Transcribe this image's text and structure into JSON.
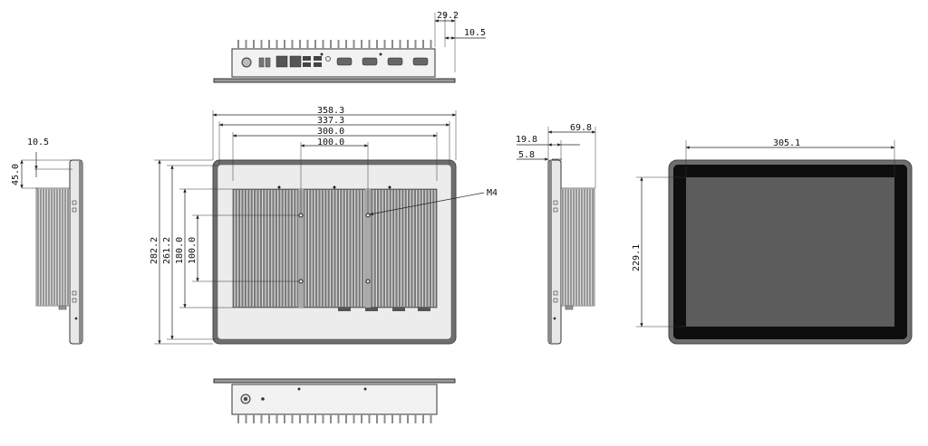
{
  "dimensions": {
    "top_depth_a": "29.2",
    "top_depth_b": "10.5",
    "width_overall": "358.3",
    "width_inner": "337.3",
    "width_mount": "300.0",
    "width_spacing": "100.0",
    "height_overall": "282.2",
    "height_inner": "261.2",
    "height_mount": "180.0",
    "height_spacing": "100.0",
    "left_side_a": "10.5",
    "left_side_b": "45.0",
    "right_side_a": "69.8",
    "right_side_b": "19.8",
    "right_side_c": "5.8",
    "screen_width": "305.1",
    "screen_height": "229.1",
    "thread_callout": "M4"
  },
  "colors": {
    "line": "#222222",
    "bezel": "#6e6e6e",
    "bezel_dark": "#4a4a4a",
    "face": "#ececec",
    "fin": "#8c8c8c",
    "screen": "#5c5c5c",
    "screen_border": "#0e0e0e"
  }
}
